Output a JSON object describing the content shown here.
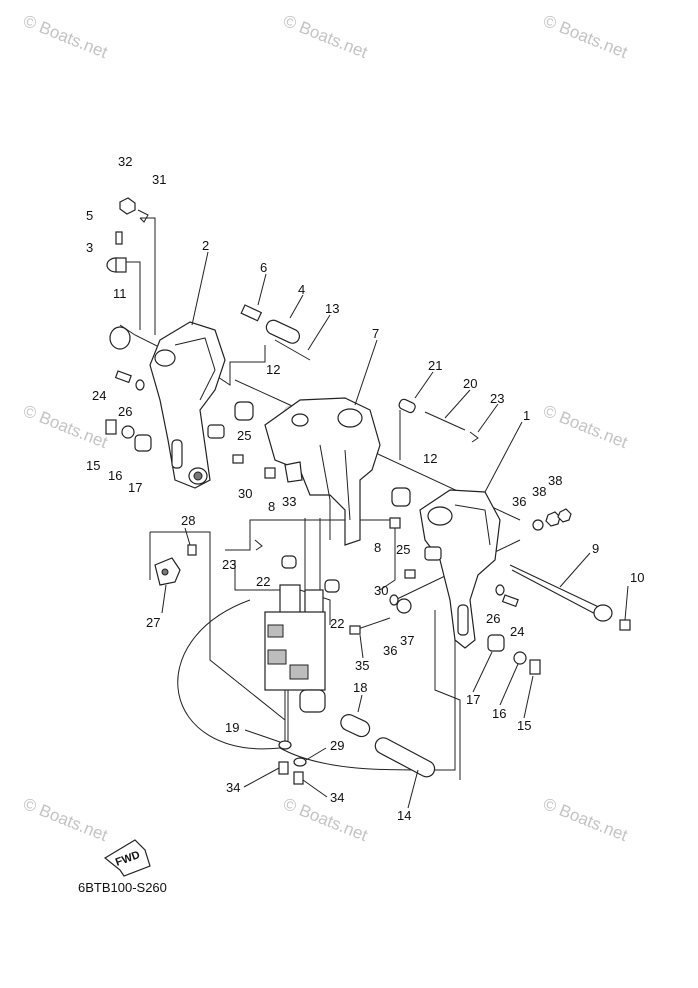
{
  "watermark": "© Boats.net",
  "diagram_code": "6BTB100-S260",
  "fwd_label": "FWD",
  "callouts": {
    "c32": "32",
    "c31": "31",
    "c5": "5",
    "c3": "3",
    "c2": "2",
    "c11": "11",
    "c6": "6",
    "c4": "4",
    "c13": "13",
    "c7": "7",
    "c24a": "24",
    "c26a": "26",
    "c15a": "15",
    "c16a": "16",
    "c17a": "17",
    "c12a": "12",
    "c25a": "25",
    "c30a": "30",
    "c8a": "8",
    "c33": "33",
    "c21": "21",
    "c20": "20",
    "c23a": "23",
    "c1": "1",
    "c12b": "12",
    "c36a": "36",
    "c38a": "38",
    "c38b": "38",
    "c8b": "8",
    "c28": "28",
    "c27": "27",
    "c23b": "23",
    "c22a": "22",
    "c22b": "22",
    "c25b": "25",
    "c30b": "30",
    "c9": "9",
    "c10": "10",
    "c26b": "26",
    "c24b": "24",
    "c35": "35",
    "c36b": "36",
    "c37": "37",
    "c18": "18",
    "c17b": "17",
    "c16b": "16",
    "c15b": "15",
    "c19": "19",
    "c29": "29",
    "c34a": "34",
    "c34b": "34",
    "c14": "14"
  }
}
